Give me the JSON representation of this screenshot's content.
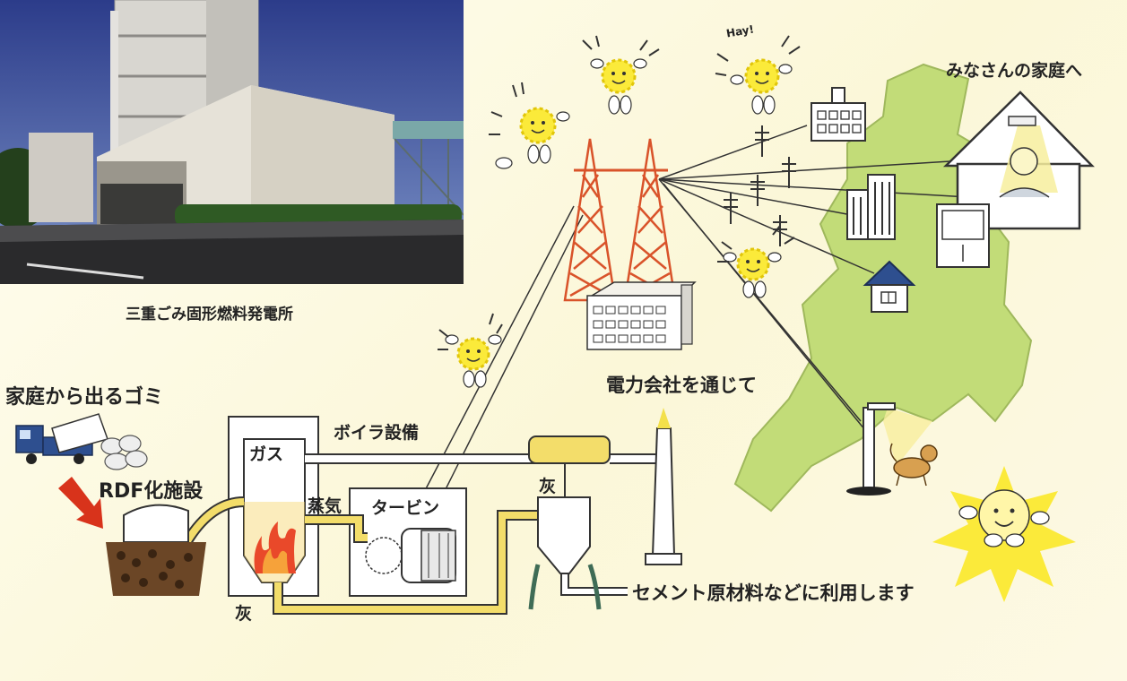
{
  "photo": {
    "caption": "三重ごみ固形燃料発電所"
  },
  "labels": {
    "household_waste": "家庭から出るゴミ",
    "rdf_facility": "RDF化施設",
    "gas": "ガス",
    "boiler": "ボイラ設備",
    "steam": "蒸気",
    "turbine": "タービン",
    "ash_top": "灰",
    "ash_bottom": "灰",
    "cement": "セメント原材料などに利用します",
    "power_company": "電力会社を通じて",
    "homes": "みなさんの家庭へ",
    "hay": "Hay!"
  },
  "colors": {
    "map_green": "#c2dc78",
    "tower_red": "#d9532a",
    "pipe_yellow": "#f3dd6a",
    "sun_yellow": "#fbea3a",
    "arrow_red": "#d8331b",
    "truck_blue": "#2e4f8f"
  }
}
